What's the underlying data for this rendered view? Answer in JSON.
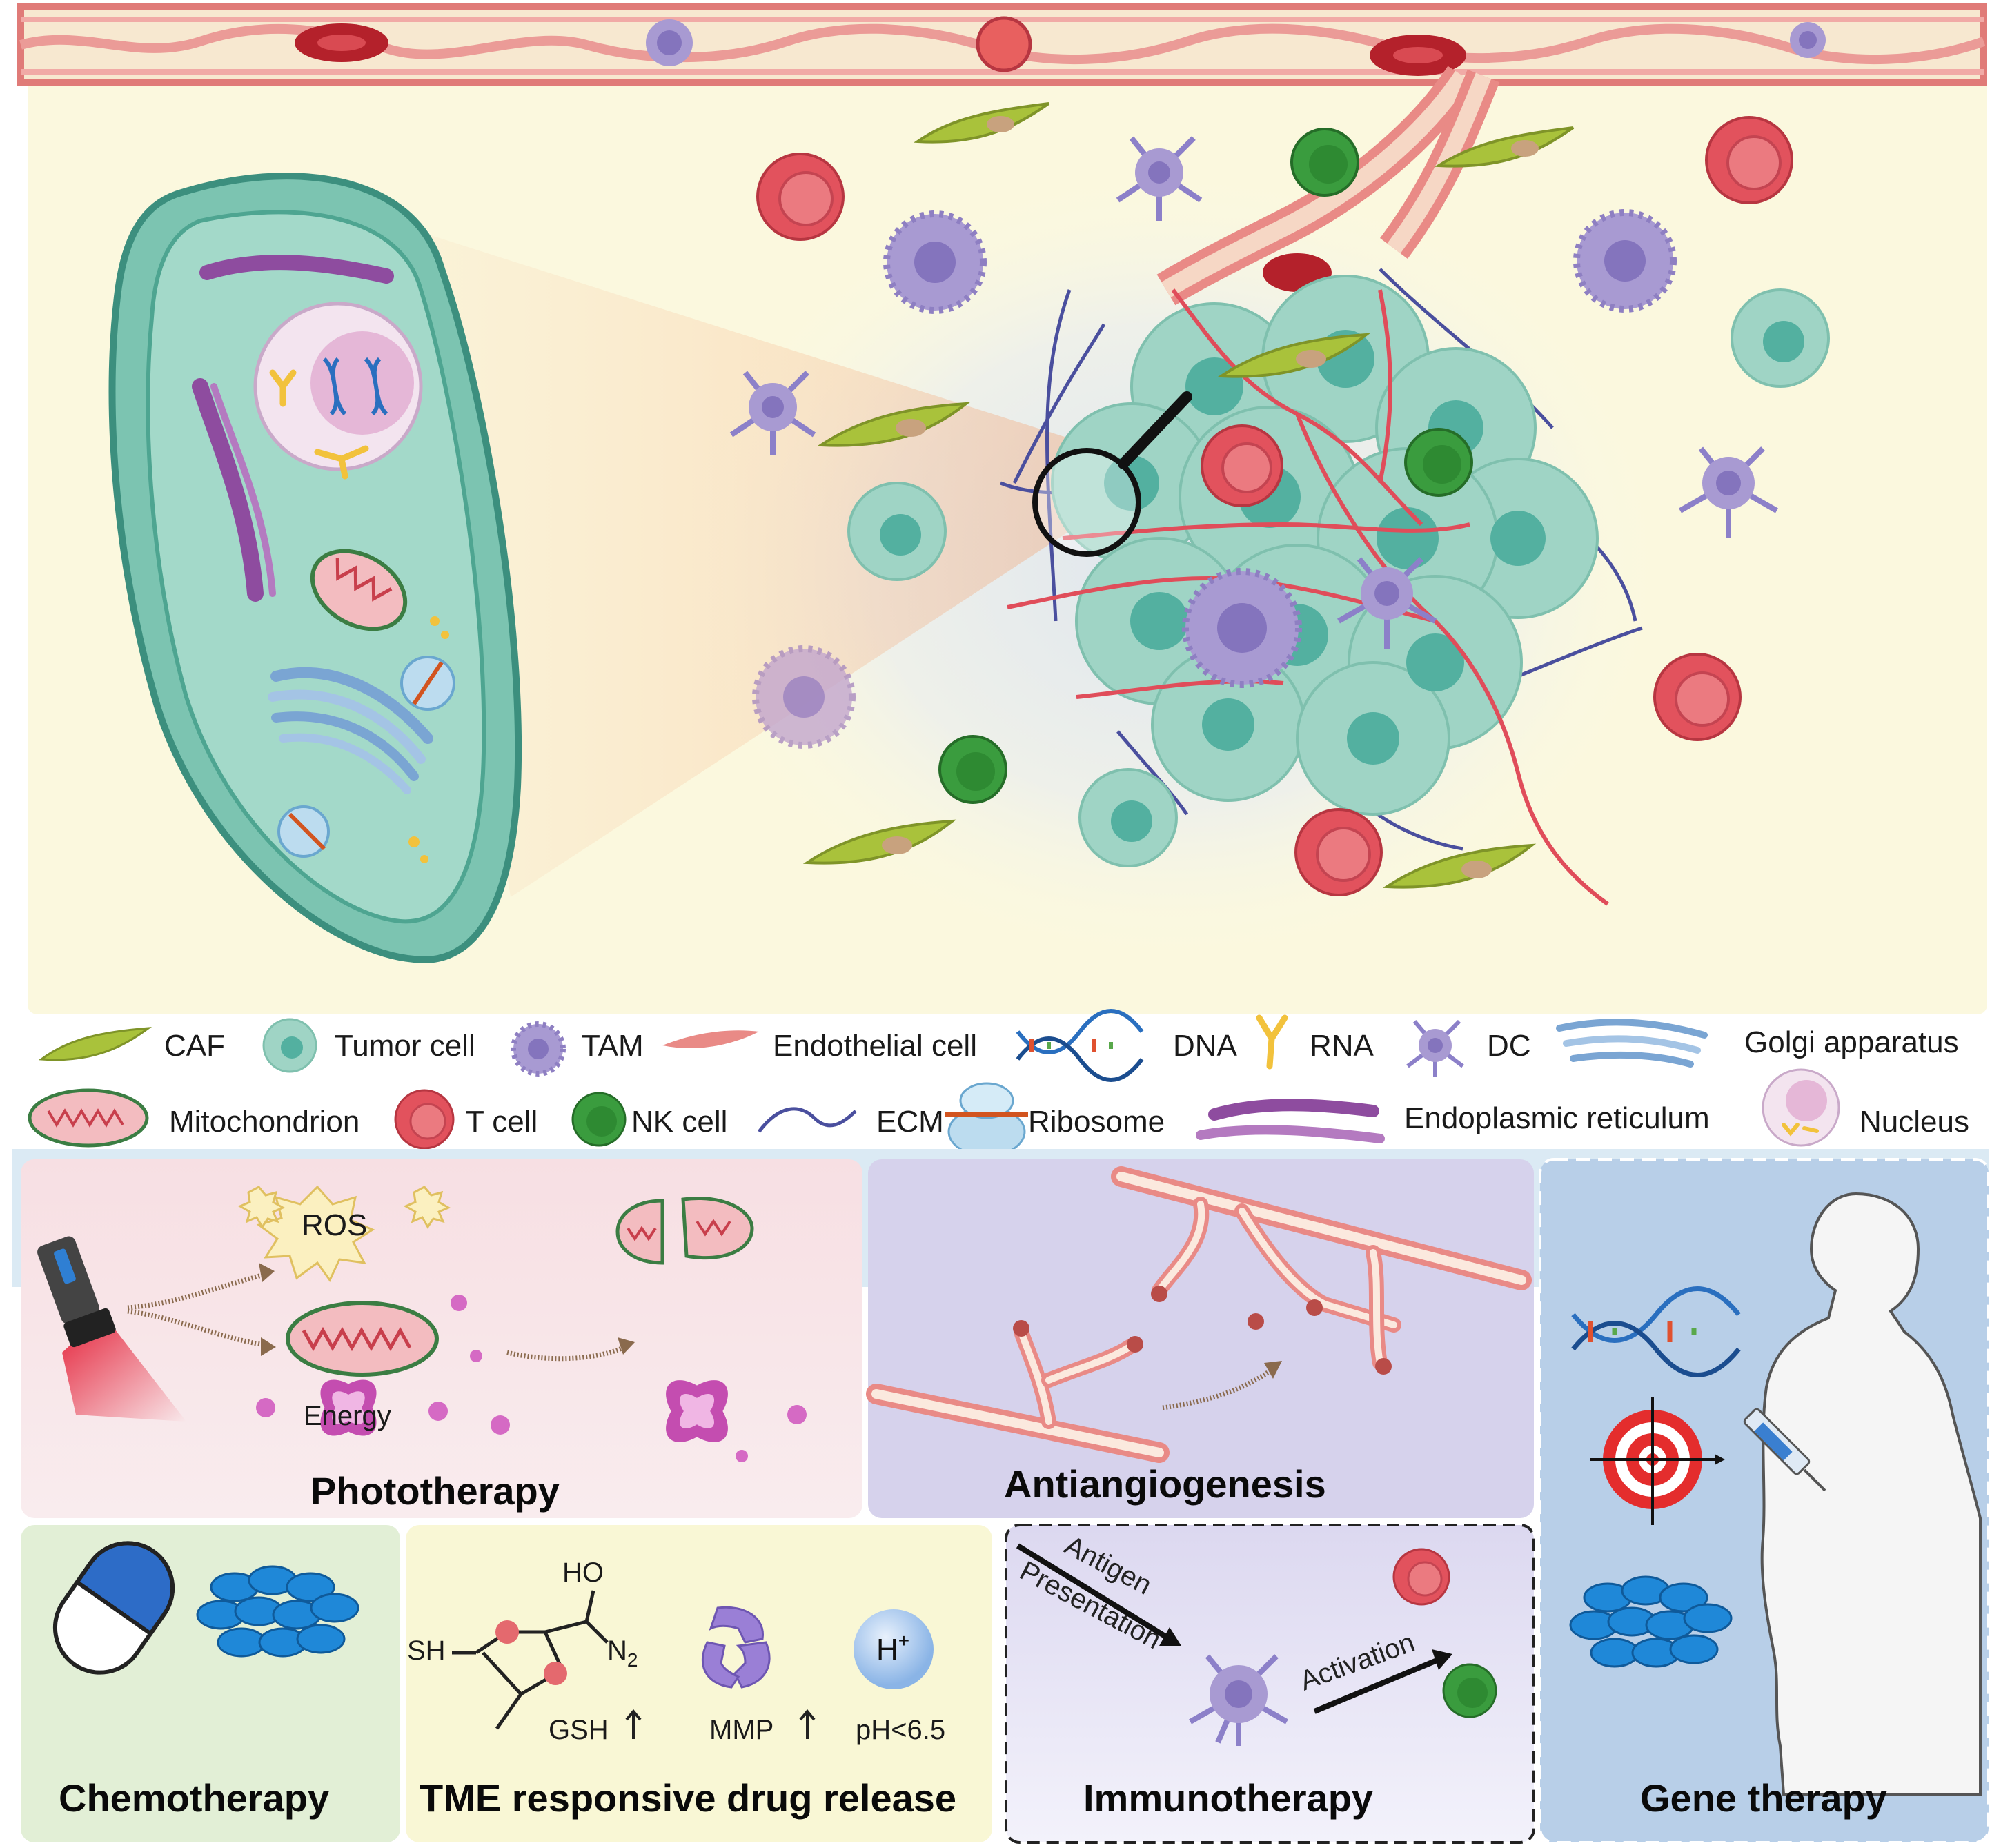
{
  "legend": {
    "caf": "CAF",
    "tumor_cell": "Tumor cell",
    "tam": "TAM",
    "endothelial_cell": "Endothelial cell",
    "dna": "DNA",
    "rna": "RNA",
    "dc": "DC",
    "golgi": "Golgi apparatus",
    "mitochondrion": "Mitochondrion",
    "t_cell": "T cell",
    "nk_cell": "NK cell",
    "ecm": "ECM",
    "ribosome": "Ribosome",
    "er": "Endoplasmic reticulum",
    "nucleus": "Nucleus"
  },
  "phototherapy": {
    "title": "Phototherapy",
    "ros": "ROS",
    "energy": "Energy"
  },
  "antiangiogenesis": {
    "title": "Antiangiogenesis"
  },
  "gene_therapy": {
    "title": "Gene therapy"
  },
  "chemotherapy": {
    "title": "Chemotherapy"
  },
  "tme": {
    "title": "TME responsive drug release",
    "sh": "SH",
    "ho": "HO",
    "n2": "N",
    "n2_sub": "2",
    "gsh": "GSH",
    "mmp": "MMP",
    "h": "H",
    "h_sup": "+",
    "ph": "pH<6.5"
  },
  "immunotherapy": {
    "title": "Immunotherapy",
    "antigen": "Antigen",
    "presentation": "Presentation",
    "activation": "Activation"
  },
  "colors": {
    "tumor": "#9fd4c5",
    "t_cell": "#e2525d",
    "nk_cell": "#3a9c3e",
    "tam": "#9e8fc9",
    "caf": "#a9c23b",
    "vessel": "#e98a86",
    "ecm": "#4a4f9e",
    "photo_bg": "#f8e6e8",
    "anti_bg": "#d6d2ec",
    "gene_bg": "#b8cfe8",
    "chemo_bg": "#e2efd6",
    "tme_bg": "#f9f7d5",
    "immuno_bg": "#e4e2f4"
  }
}
